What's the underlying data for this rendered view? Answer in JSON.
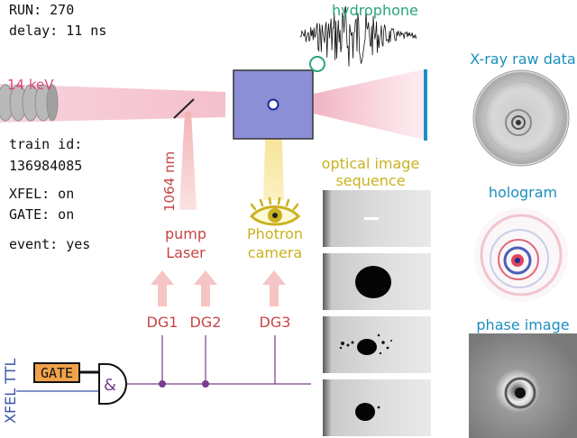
{
  "status": {
    "run": "RUN: 270",
    "delay": "delay: 11 ns",
    "train_label": "train id:",
    "train_id": "136984085",
    "xfel": "XFEL: on",
    "gate": "GATE: on",
    "event": "event: yes"
  },
  "beam": {
    "energy": "14 keV"
  },
  "pump": {
    "wavelength": "1064 nm",
    "label_line1": "pump",
    "label_line2": "Laser"
  },
  "camera": {
    "label_line1": "Photron",
    "label_line2": "camera"
  },
  "hydrophone": {
    "label": "hydrophone"
  },
  "delay_generators": {
    "dg1": "DG1",
    "dg2": "DG2",
    "dg3": "DG3"
  },
  "logic": {
    "gate_label": "GATE",
    "and_symbol": "&",
    "ttl_label": "XFEL TTL"
  },
  "optical": {
    "title_line1": "optical image",
    "title_line2": "sequence"
  },
  "xray": {
    "raw_title": "X-ray raw data",
    "hologram_title": "hologram",
    "phase_title": "phase image"
  },
  "colors": {
    "beam": "#e0457a",
    "pump": "#c64545",
    "camera": "#c9b21e",
    "hydrophone": "#2aa57a",
    "xray": "#1d8fc0",
    "ttl": "#3a52a8",
    "logic": "#7a3c8c",
    "gate_fill": "#f0a24a",
    "chamber": "#8c8fd6"
  }
}
